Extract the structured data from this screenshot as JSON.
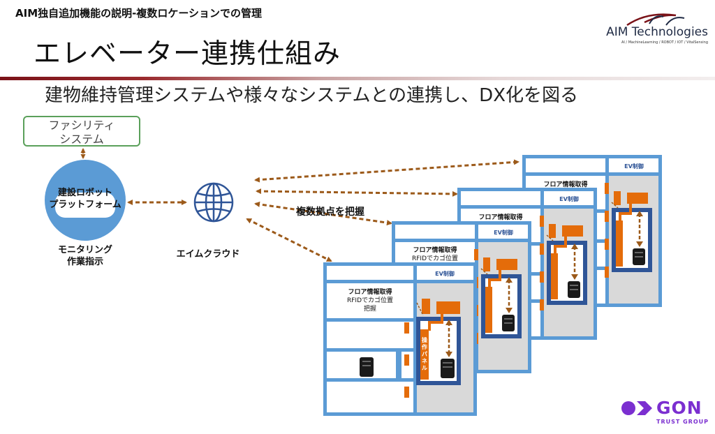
{
  "header": {
    "subtitle": "AIM独自追加機能の説明-複数ロケーションでの管理",
    "title": "エレベーター連携仕組み"
  },
  "logo": {
    "name": "AIM Technologies",
    "tagline": "AI / MachineLearning / ROBOT / IOT / VitalSensing"
  },
  "main_subtitle": "建物維持管理システムや様々なシステムとの連携し、DX化を図る",
  "diagram": {
    "facility_line1": "ファシリティ",
    "facility_line2": "システム",
    "platform_line1": "建設ロボット",
    "platform_line2": "プラットフォーム",
    "monitor_line1": "モニタリング",
    "monitor_line2": "作業指示",
    "cloud_label": "エイムクラウド",
    "multi_site_label": "複数拠点を把握",
    "building": {
      "ev_control": "EV制御",
      "floor_info": "フロア情報取得",
      "rfid_line": "RFIDでカゴ位置",
      "grasp": "把握",
      "panel_line1": "操",
      "panel_line2": "作",
      "panel_line3": "パ",
      "panel_line4": "ネ",
      "panel_line5": "ル"
    }
  },
  "footer_logo": {
    "name": "GON",
    "tagline": "TRUST GROUP"
  },
  "colors": {
    "accent_red": "#7a1218",
    "building_blue": "#5b9bd5",
    "cabin_navy": "#2f5597",
    "orange": "#e46c0a",
    "arrow_brown": "#9c5a1a",
    "facility_green": "#5aa05a",
    "gon_purple": "#7b2fd0"
  }
}
